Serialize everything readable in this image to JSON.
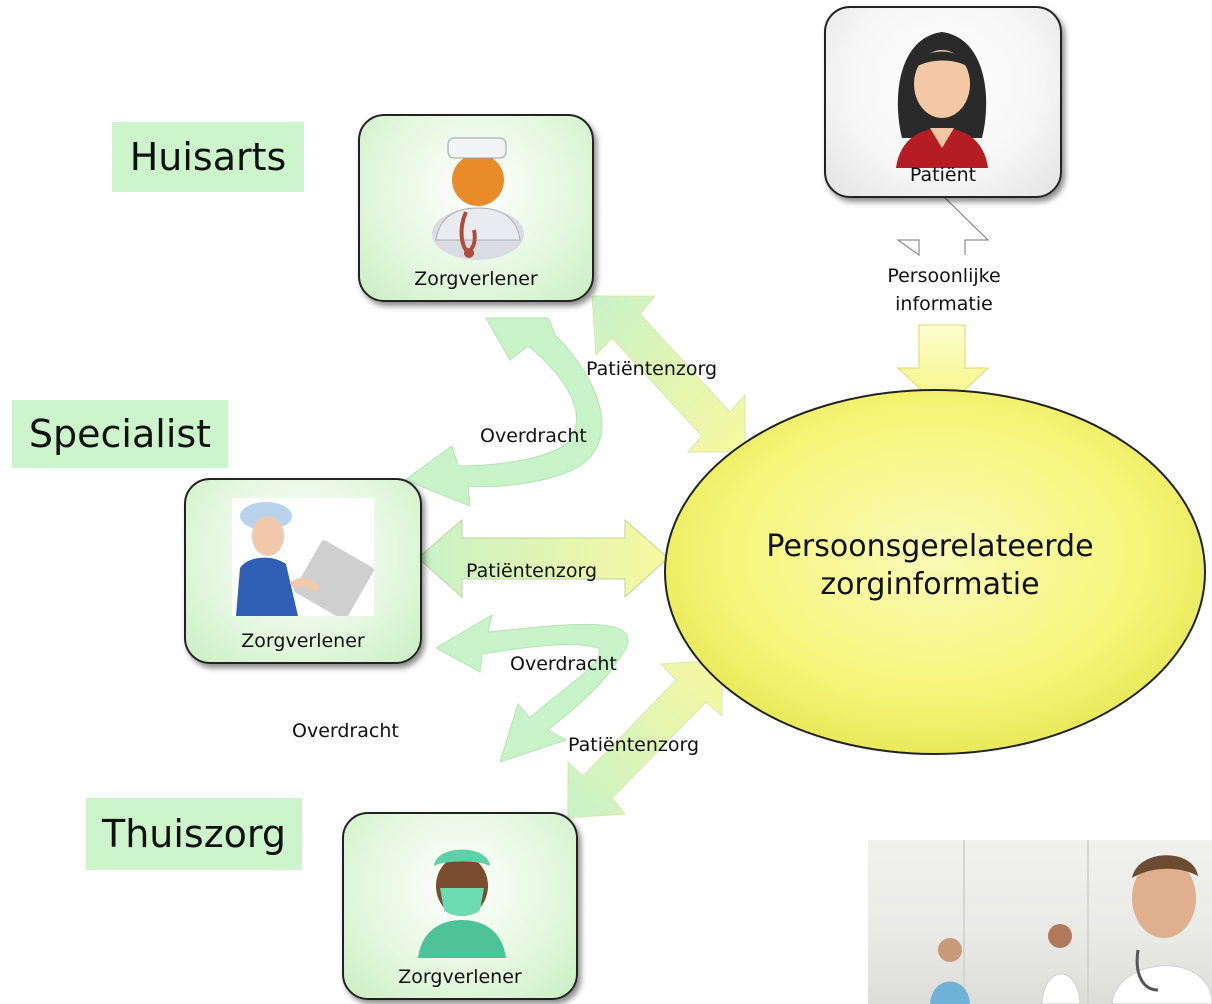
{
  "roles": {
    "huisarts": "Huisarts",
    "specialist": "Specialist",
    "thuiszorg": "Thuiszorg"
  },
  "nodes": {
    "huisarts_caption": "Zorgverlener",
    "specialist_caption": "Zorgverlener",
    "thuiszorg_caption": "Zorgverlener",
    "patient_caption": "Patiënt"
  },
  "center": {
    "line1": "Persoonsgerelateerde",
    "line2": "zorginformatie"
  },
  "arrows": {
    "personal_info_line1": "Persoonlijke",
    "personal_info_line2": "informatie",
    "care_top": "Patiëntenzorg",
    "care_middle": "Patiëntenzorg",
    "care_bottom": "Patiëntenzorg",
    "handover_top": "Overdracht",
    "handover_middle": "Overdracht",
    "handover_bottom": "Overdracht"
  },
  "colors": {
    "role_bg": "#ccf5cc",
    "arrow_green": "#c8f2c8",
    "arrow_yellow": "#f8f8a0",
    "ellipse_fill": "#f6f680"
  }
}
